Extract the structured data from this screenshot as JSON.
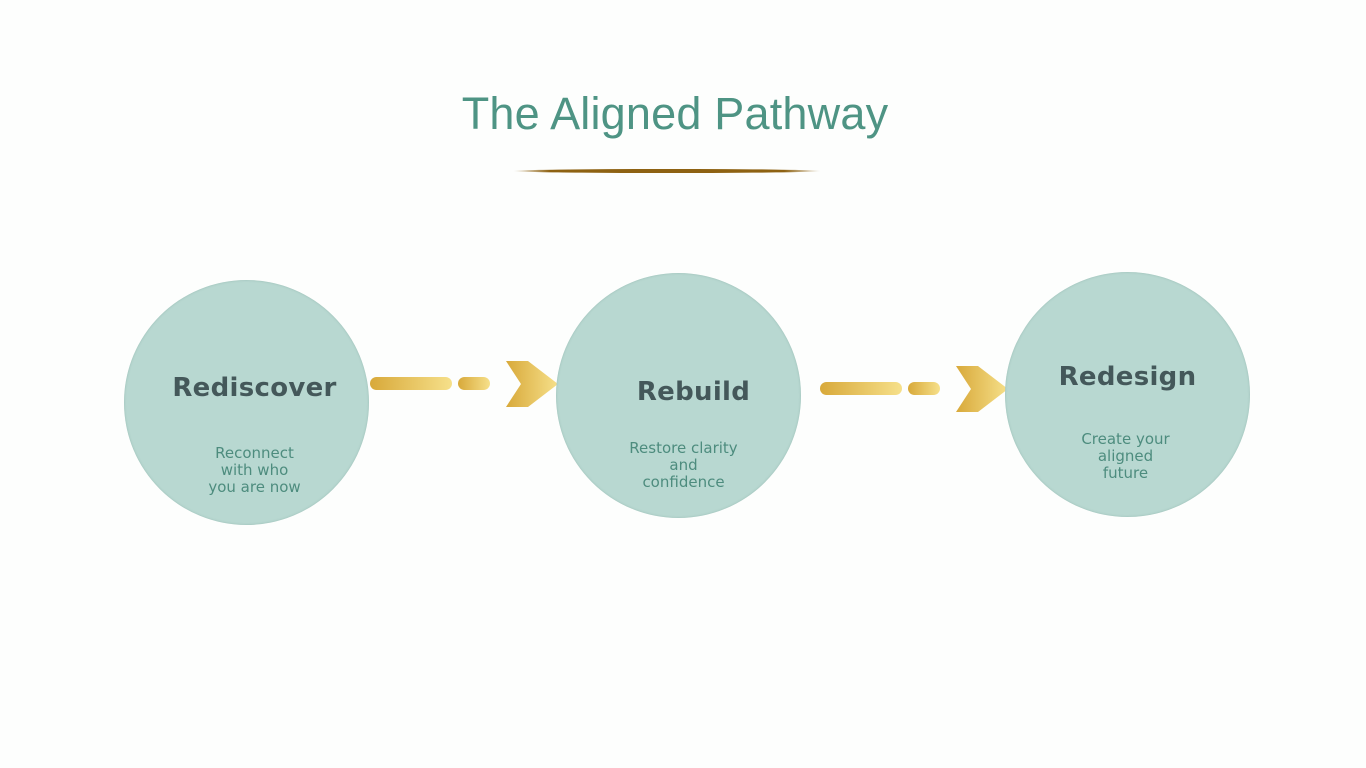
{
  "header": {
    "title": "The Aligned Pathway"
  },
  "steps": [
    {
      "title": "Rediscover",
      "description": "Reconnect\nwith who\nyou are now",
      "icon": "circle-node"
    },
    {
      "title": "Rebuild",
      "description": "Restore clarity\nand\nconfidence",
      "icon": "circle-node"
    },
    {
      "title": "Redesign",
      "description": "Create your\naligned\nfuture",
      "icon": "circle-node"
    }
  ],
  "connectors": [
    {
      "from": "Rediscover",
      "to": "Rebuild",
      "icon": "dashed-arrow-right-icon"
    },
    {
      "from": "Rebuild",
      "to": "Redesign",
      "icon": "dashed-arrow-right-icon"
    }
  ],
  "colors": {
    "title": "#4e9484",
    "underline": "#8e6212",
    "circle_fill": "#b8d8d1",
    "step_title": "#44585a",
    "step_desc": "#4d8c7e",
    "arrow_gold_dark": "#d8a93a",
    "arrow_gold_light": "#f6e08a",
    "background": "#fdfefd"
  }
}
